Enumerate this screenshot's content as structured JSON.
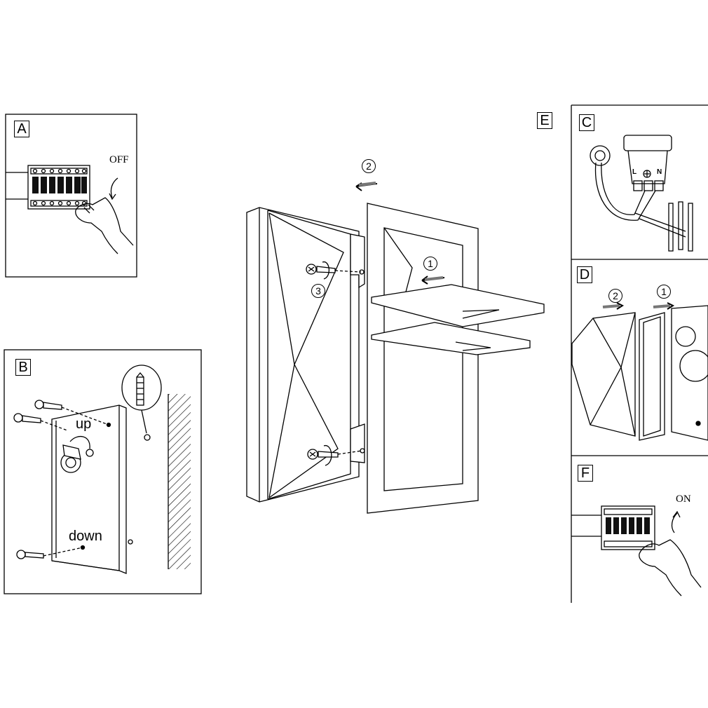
{
  "panels": {
    "a": {
      "label": "A",
      "switch_text": "OFF"
    },
    "b": {
      "label": "B",
      "up_text": "up",
      "down_text": "down"
    },
    "c": {
      "label": "C",
      "terminal_l": "L",
      "terminal_n": "N"
    },
    "d": {
      "label": "D",
      "step_1": "1",
      "step_2": "2"
    },
    "e": {
      "label": "E",
      "step_1": "1",
      "step_2": "2",
      "step_3": "3"
    },
    "f": {
      "label": "F",
      "switch_text": "ON"
    }
  }
}
